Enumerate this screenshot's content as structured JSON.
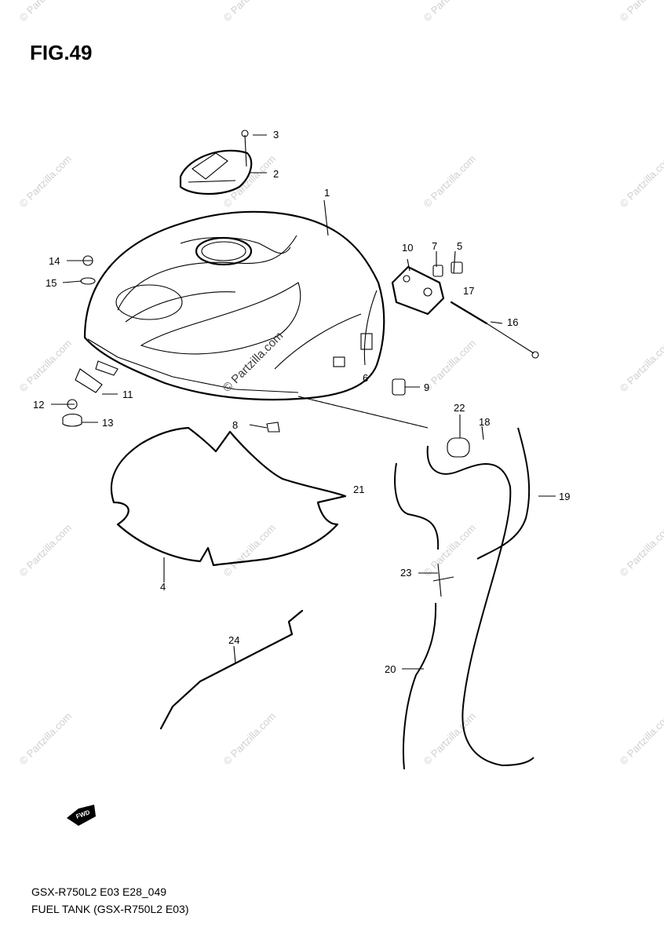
{
  "figure": {
    "title": "FIG.49",
    "model_code": "GSX-R750L2 E03 E28_049",
    "caption": "FUEL TANK (GSX-R750L2 E03)"
  },
  "watermark": {
    "text": "© Partzilla.com"
  },
  "callouts": [
    "1",
    "2",
    "3",
    "4",
    "5",
    "6",
    "7",
    "8",
    "9",
    "10",
    "11",
    "12",
    "13",
    "14",
    "15",
    "16",
    "17",
    "18",
    "19",
    "20",
    "21",
    "22",
    "23",
    "24"
  ],
  "direction_badge": "FWD"
}
